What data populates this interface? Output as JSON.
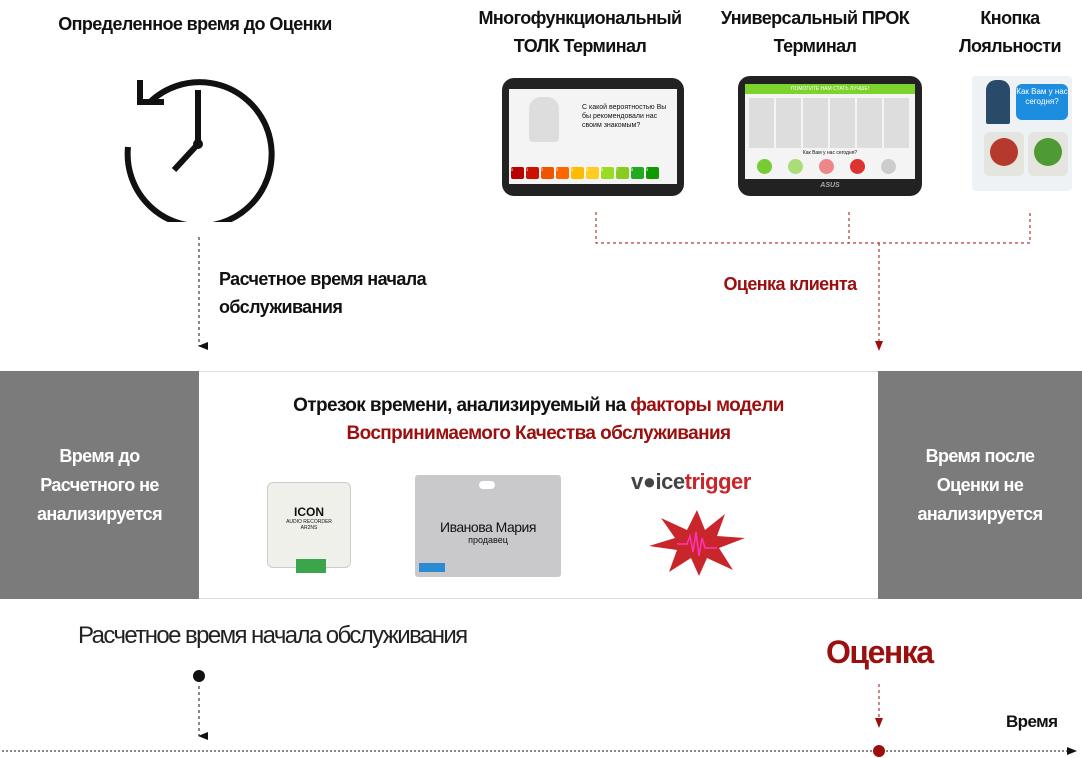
{
  "header": {
    "clock_title": "Определенное время до Оценки",
    "terminal1_title": [
      "Многофункциональный",
      "ТОЛК Терминал"
    ],
    "terminal2_title": [
      "Универсальный ПРОК",
      "Терминал"
    ],
    "button_title": [
      "Кнопка",
      "Лояльности"
    ]
  },
  "devices": {
    "terminal1_question": "С какой вероятностью Вы бы рекомендовали нас своим знакомым?",
    "terminal1_scale": [
      "0",
      "1",
      "2",
      "3",
      "4",
      "5",
      "6",
      "7",
      "8",
      "9",
      "10"
    ],
    "terminal2_banner": "ПОМОГИТЕ НАМ СТАТЬ ЛУЧШЕ!",
    "terminal2_question": "Как Вам у нас сегодня?",
    "terminal2_brand": "ASUS",
    "button_question": "Как Вам у нас сегодня?"
  },
  "labels": {
    "calc_start_time": [
      "Расчетное  время начала",
      "обслуживания"
    ],
    "client_rating": "Оценка клиента"
  },
  "band": {
    "left": [
      "Время до",
      "Расчетного не",
      "анализируется"
    ],
    "center_title_1": "Отрезок  времени, анализируемый на ",
    "center_title_highlight": "факторы модели",
    "center_title_2": "Воспринимаемого Качества обслуживания",
    "right": [
      "Время после",
      "Оценки не",
      "анализируется"
    ],
    "recorder": {
      "brand": "ICON",
      "line1": "AUDIO RECORDER",
      "line2": "AR2NS"
    },
    "badge": {
      "name": "Иванова Мария",
      "role": "продавец"
    },
    "voicetrigger": {
      "part1": "v",
      "part2": "ice",
      "part3": "trigger"
    }
  },
  "timeline": {
    "start_label": "Расчетное время начала обслуживания",
    "rating_label": "Оценка",
    "axis_label": "Время"
  },
  "colors": {
    "accent_red": "#9b0f0f",
    "band_gray": "#7b7b7b"
  }
}
